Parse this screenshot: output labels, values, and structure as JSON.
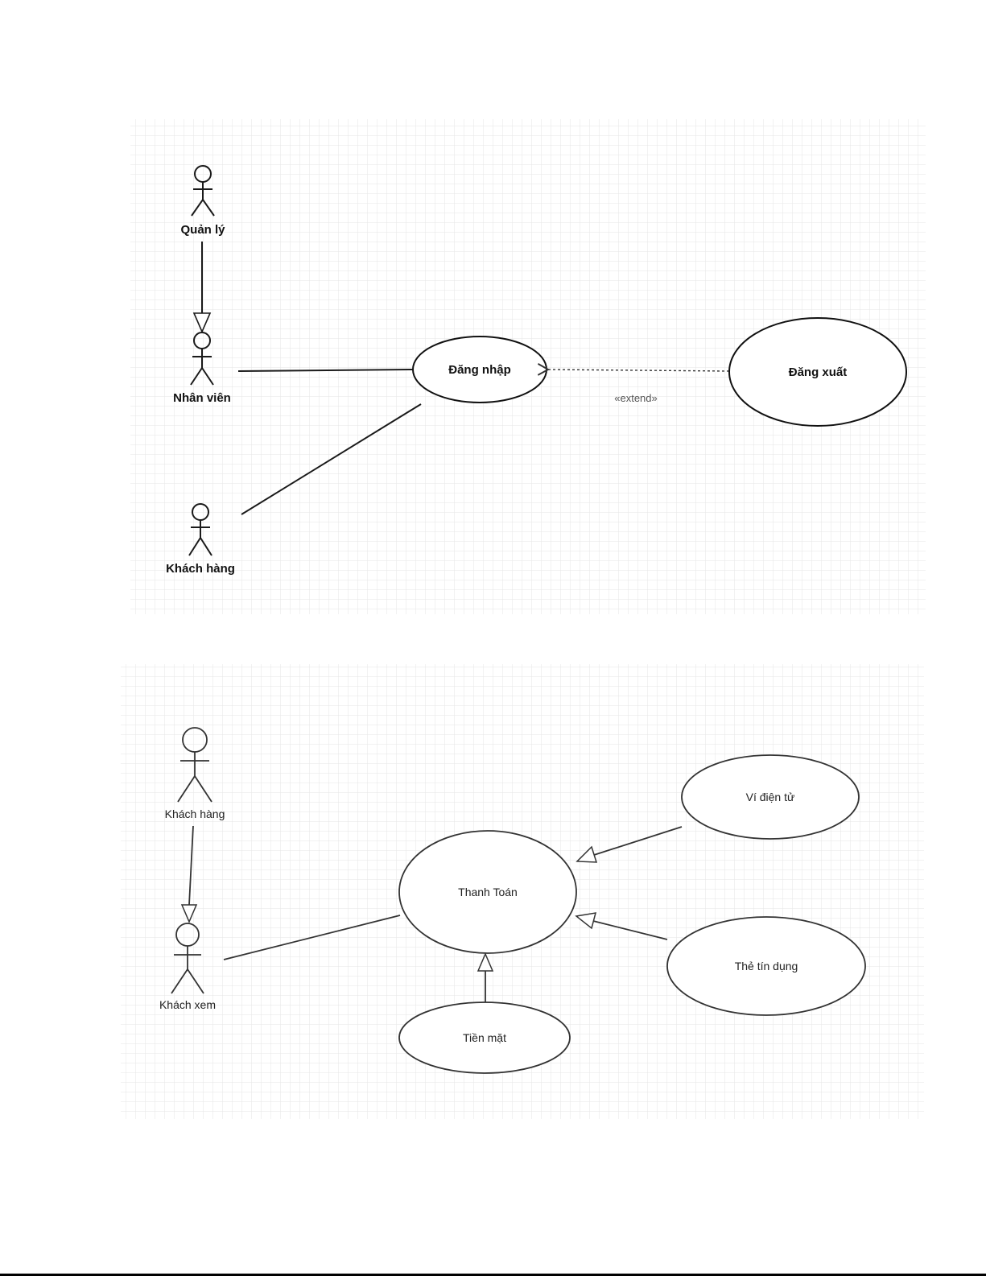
{
  "diagram1": {
    "actors": {
      "quan_ly": "Quản lý",
      "nhan_vien": "Nhân viên",
      "khach_hang": "Khách hàng"
    },
    "usecases": {
      "dang_nhap": "Đăng nhập",
      "dang_xuat": "Đăng xuất"
    },
    "extend_label": "«extend»"
  },
  "diagram2": {
    "actors": {
      "khach_hang": "Khách hàng",
      "khach_xem": "Khách xem"
    },
    "usecases": {
      "thanh_toan": "Thanh Toán",
      "vi_dien_tu": "Ví điện tử",
      "the_tin_dung": "Thẻ tín dụng",
      "tien_mat": "Tiền mặt"
    }
  }
}
